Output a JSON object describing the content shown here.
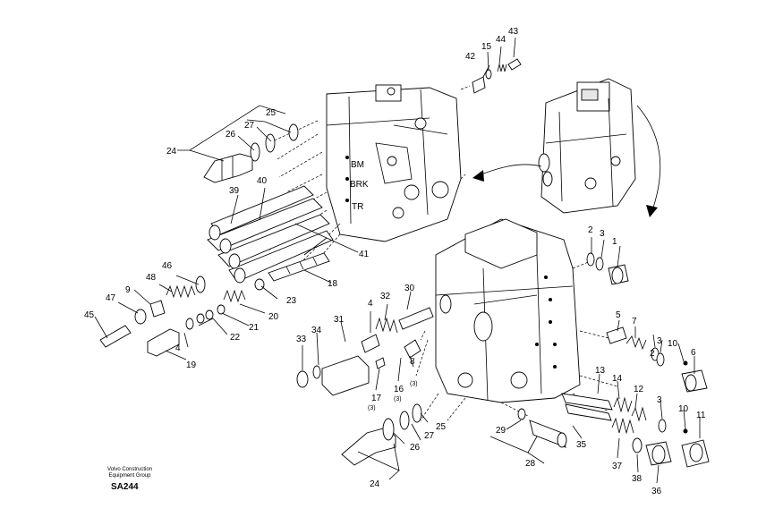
{
  "credit_lines": [
    "Volvo Construction",
    "Equipment Group"
  ],
  "sheet_code": "SA244",
  "block_markings": [
    "BM",
    "BRK",
    "TR"
  ],
  "callouts": [
    "1",
    "2",
    "3",
    "4",
    "5",
    "6",
    "7",
    "8",
    "9",
    "10",
    "11",
    "12",
    "13",
    "14",
    "15",
    "16",
    "17",
    "18",
    "19",
    "20",
    "21",
    "22",
    "23",
    "24",
    "25",
    "26",
    "27",
    "28",
    "29",
    "30",
    "31",
    "32",
    "33",
    "34",
    "35",
    "36",
    "37",
    "38",
    "39",
    "40",
    "41",
    "42",
    "43",
    "44",
    "45",
    "46",
    "47",
    "48"
  ],
  "callout_notes": [
    "(3)",
    "(3)",
    "(3)"
  ]
}
